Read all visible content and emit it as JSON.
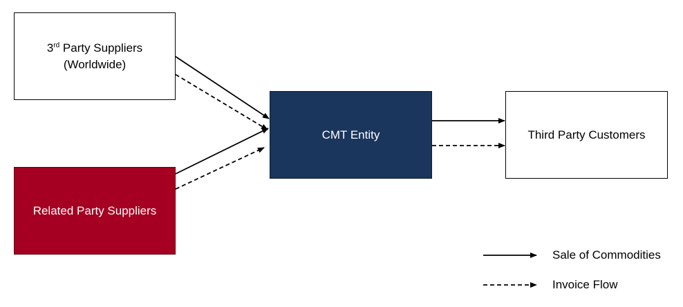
{
  "nodes": {
    "third_party_suppliers": {
      "line1_prefix": "3",
      "line1_sup": "rd",
      "line1_suffix": " Party Suppliers",
      "line2": "(Worldwide)"
    },
    "related_party_suppliers": {
      "label": "Related Party Suppliers"
    },
    "cmt_entity": {
      "label": "CMT Entity"
    },
    "third_party_customers": {
      "label": "Third Party Customers"
    }
  },
  "legend": {
    "sale_label": "Sale of Commodities",
    "invoice_label": "Invoice Flow"
  },
  "colors": {
    "related_party_fill": "#a50021",
    "cmt_entity_fill": "#1b365d",
    "line": "#000000"
  }
}
